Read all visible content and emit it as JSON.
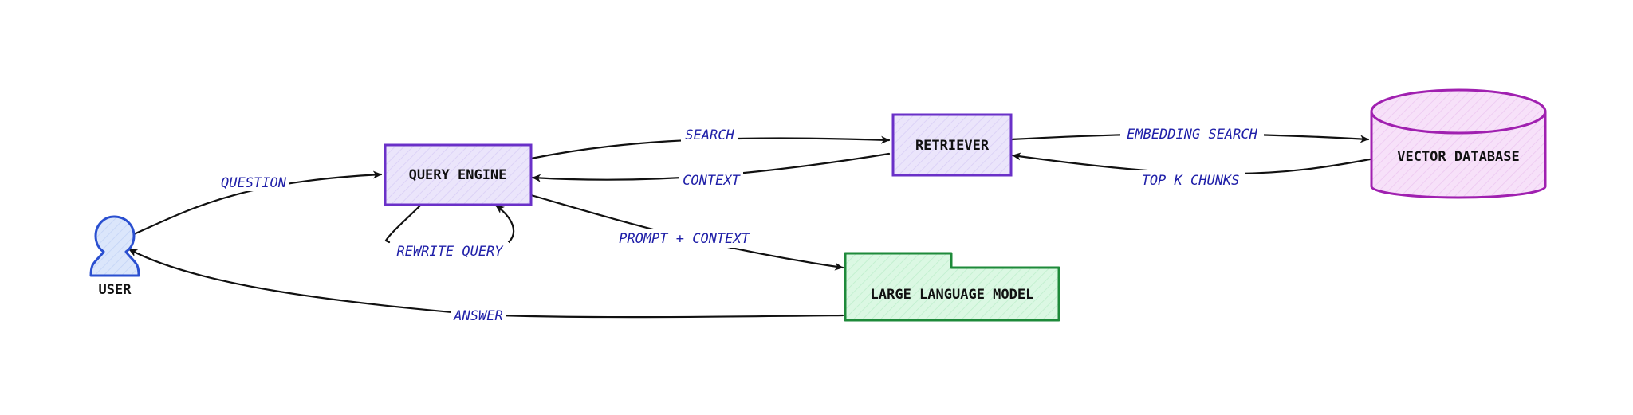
{
  "nodes": {
    "user": {
      "label": "USER",
      "color": "#2a4fd0",
      "fill": "#dbe6fb"
    },
    "query_engine": {
      "label": "QUERY ENGINE",
      "color": "#6a30c8",
      "fill": "#e9e3fb"
    },
    "retriever": {
      "label": "RETRIEVER",
      "color": "#6a30c8",
      "fill": "#e9e3fb"
    },
    "vector_database": {
      "label": "VECTOR DATABASE",
      "color": "#a020b0",
      "fill": "#f6def8"
    },
    "llm": {
      "label": "LARGE LANGUAGE MODEL",
      "color": "#1e8a3a",
      "fill": "#d8f7e0"
    }
  },
  "edges": {
    "question": "QUESTION",
    "search": "SEARCH",
    "context": "CONTEXT",
    "embedding_search": "EMBEDDING SEARCH",
    "top_k_chunks": "TOP K CHUNKS",
    "rewrite_query": "REWRITE QUERY",
    "prompt_context": "PROMPT + CONTEXT",
    "answer": "ANSWER"
  },
  "colors": {
    "edge_stroke": "#111111",
    "edge_label": "#1f1fa8"
  }
}
